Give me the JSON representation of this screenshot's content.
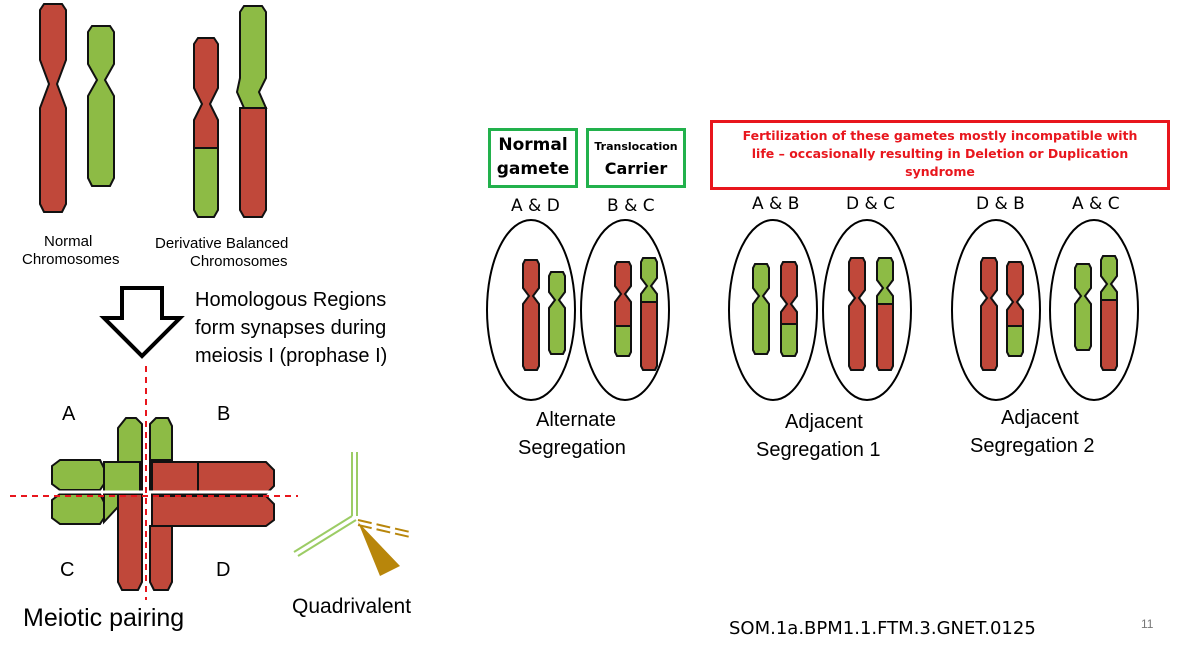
{
  "left": {
    "normal_label_line1": "Normal",
    "normal_label_line2": "Chromosomes",
    "derivative_label_line1": "Derivative Balanced",
    "derivative_label_line2": "Chromosomes",
    "homologous_line1": "Homologous Regions",
    "homologous_line2": "form synapses during",
    "homologous_line3": "meiosis I (prophase I)",
    "quad_labels": {
      "a": "A",
      "b": "B",
      "c": "C",
      "d": "D"
    },
    "meiotic_caption": "Meiotic pairing",
    "quadrivalent_caption": "Quadrivalent"
  },
  "boxes": {
    "normal_line1": "Normal",
    "normal_line2": "gamete",
    "translocation_line1": "Translocation",
    "translocation_line2": "Carrier",
    "warning_line1": "Fertilization of these gametes mostly incompatible with",
    "warning_line2": "life – occasionally resulting in Deletion or Duplication",
    "warning_line3": "syndrome"
  },
  "gametes": [
    {
      "label": "A & D"
    },
    {
      "label": "B & C"
    },
    {
      "label": "A & B"
    },
    {
      "label": "D & C"
    },
    {
      "label": "D & B"
    },
    {
      "label": "A & C"
    }
  ],
  "segregation": {
    "alternate_line1": "Alternate",
    "alternate_line2": "Segregation",
    "adjacent1_line1": "Adjacent",
    "adjacent1_line2": "Segregation 1",
    "adjacent2_line1": "Adjacent",
    "adjacent2_line2": "Segregation 2"
  },
  "footer": {
    "code": "SOM.1a.BPM1.1.FTM.3.GNET.0125",
    "page_number": "11"
  },
  "colors": {
    "red_chromosome": "#c0483a",
    "green_chromosome": "#8dbb45",
    "green_border": "#22b14c",
    "red_border": "#e8161d",
    "quadrivalent_green": "#9ccc65",
    "quadrivalent_gold": "#b8860b"
  }
}
